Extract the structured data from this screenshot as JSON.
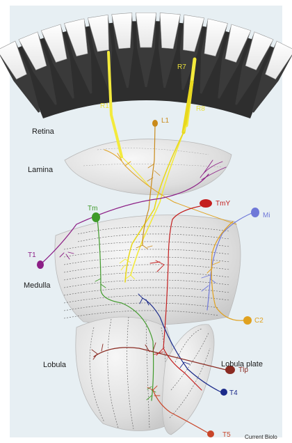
{
  "regions": {
    "retina": "Retina",
    "lamina": "Lamina",
    "medulla": "Medulla",
    "lobula": "Lobula",
    "lobula_plate": "Lobula plate"
  },
  "neurons": {
    "r1": "R1",
    "r7": "R7",
    "r8": "R8",
    "l1": "L1",
    "tm": "Tm",
    "tmy": "TmY",
    "mi": "Mi",
    "t1": "T1",
    "c2": "C2",
    "tlp": "Tlp",
    "t4": "T4",
    "t5": "T5"
  },
  "credit": "Current Biolo",
  "colors": {
    "background": "#e7eff3",
    "photoreceptor": "#f3ea3c",
    "l1": "#c98a1a",
    "tm": "#3f9a2a",
    "tmy": "#c41e1e",
    "mi": "#6f78d8",
    "t1": "#8c1f86",
    "c2": "#e0a11f",
    "tlp": "#8a2b22",
    "t4": "#1b2a8a",
    "t5": "#c9462a"
  }
}
